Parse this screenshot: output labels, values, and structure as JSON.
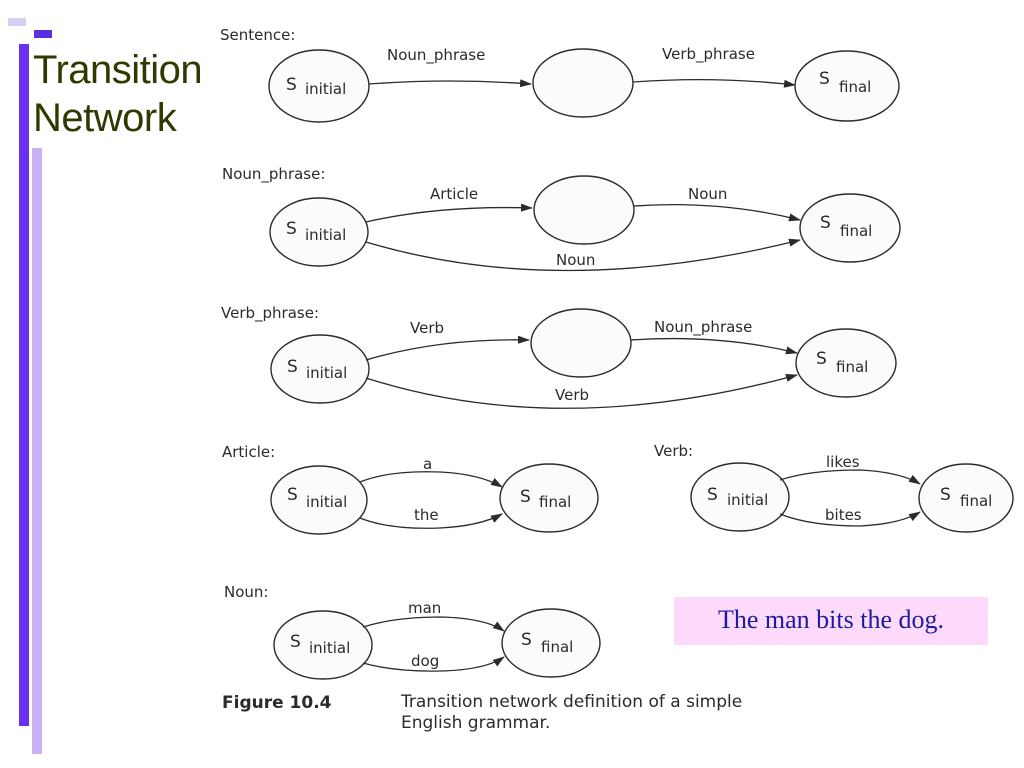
{
  "slide": {
    "title_line1": "Transition",
    "title_line2": "Network",
    "note": "The man bits the dog."
  },
  "networks": {
    "sentence": {
      "label": "Sentence:",
      "edge1": "Noun_phrase",
      "edge2": "Verb_phrase"
    },
    "noun_phrase": {
      "label": "Noun_phrase:",
      "edge1": "Article",
      "edge2": "Noun",
      "edge_direct": "Noun"
    },
    "verb_phrase": {
      "label": "Verb_phrase:",
      "edge1": "Verb",
      "edge2": "Noun_phrase",
      "edge_direct": "Verb"
    },
    "article": {
      "label": "Article:",
      "edge_top": "a",
      "edge_bottom": "the"
    },
    "verb": {
      "label": "Verb:",
      "edge_top": "likes",
      "edge_bottom": "bites"
    },
    "noun": {
      "label": "Noun:",
      "edge_top": "man",
      "edge_bottom": "dog"
    }
  },
  "states": {
    "s": "S",
    "initial": "initial",
    "final": "final"
  },
  "caption": {
    "figure_label": "Figure 10.4",
    "text_line1": "Transition network definition of a simple",
    "text_line2": "English grammar."
  }
}
